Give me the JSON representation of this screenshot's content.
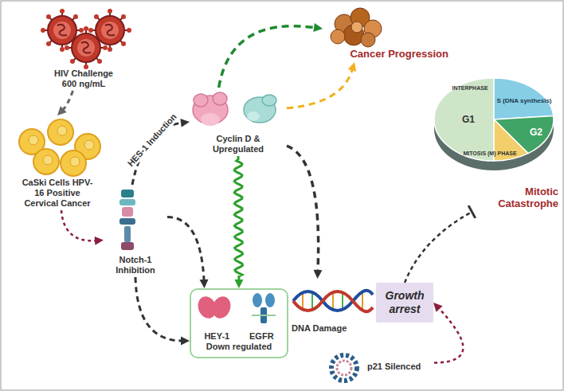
{
  "diagram": {
    "nodes": [
      {
        "text": [
          "HIV Challenge 600 ng/mL"
        ]
      },
      {
        "text": [
          "Cyclin D & Upregulated"
        ]
      },
      {
        "text": [
          "Cancer Progression"
        ]
      },
      {
        "text": [
          "Mitotic Catastrophe"
        ]
      },
      {
        "text": [
          "CaSki Cells HPV-16 Positive Cervical Cancer"
        ]
      },
      {
        "text": [
          "Notch-1 Inhibition"
        ]
      },
      {
        "text": [
          "DNA Damage"
        ]
      },
      {
        "text": [
          "Growth arrest"
        ]
      },
      {
        "text": [
          "HEY-1",
          "EGFR",
          "Down regulated"
        ]
      },
      {
        "text": [
          "p21 Silenced"
        ]
      }
    ],
    "edges": [
      {
        "from": 0,
        "to": 4,
        "arrow": "to"
      },
      {
        "from": 4,
        "to": 5,
        "arrow": "to"
      },
      {
        "from": 5,
        "to": 1,
        "label": "HES-1 Induction",
        "arrow": "to"
      },
      {
        "from": 5,
        "to": 8,
        "arrow": "to"
      },
      {
        "from": 5,
        "to": 8,
        "arrow": "to"
      },
      {
        "from": 1,
        "to": 2,
        "arrow": "to"
      },
      {
        "from": 1,
        "to": 2,
        "arrow": "to"
      },
      {
        "from": 1,
        "to": 8,
        "arrow": "to"
      },
      {
        "from": 1,
        "to": 6,
        "arrow": "to"
      },
      {
        "from": 7,
        "to": 3,
        "arrow": "to"
      },
      {
        "from": 9,
        "to": 7,
        "arrow": "to"
      }
    ],
    "labels": [
      "INTERPHASE",
      "G1",
      "S (DNA synthesis)",
      "G2",
      "MITOSIS (M) PHASE"
    ]
  }
}
